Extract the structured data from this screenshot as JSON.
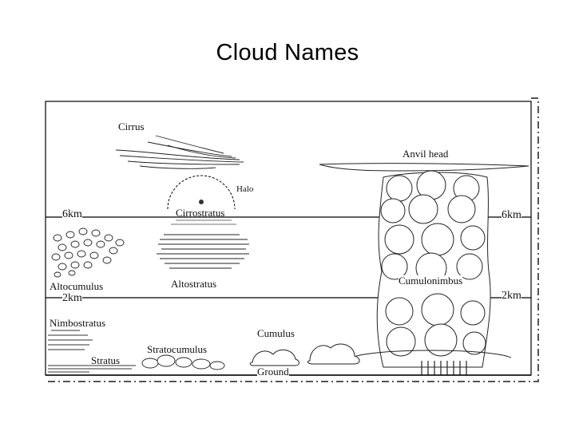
{
  "title": "Cloud Names",
  "labels": {
    "cirrus": "Cirrus",
    "anvil_head": "Anvil head",
    "halo": "Halo",
    "cirrostratus": "Cirrostratus",
    "km6_left": "6km",
    "km6_right": "6km",
    "altocumulus": "Altocumulus",
    "altostratus": "Altostratus",
    "cumulonimbus": "Cumulonimbus",
    "km2_left": "2km",
    "km2_right": "2km",
    "nimbostratus": "Nimbostratus",
    "cumulus": "Cumulus",
    "stratocumulus": "Stratocumulus",
    "stratus": "Stratus",
    "ground": "Ground"
  }
}
